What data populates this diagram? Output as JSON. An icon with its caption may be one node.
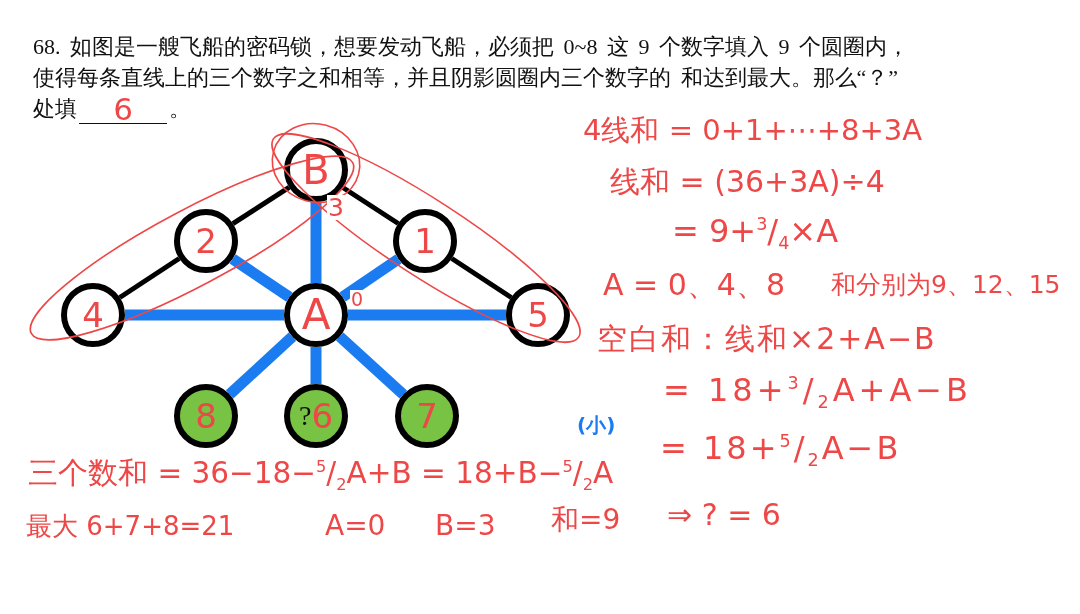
{
  "diagram": {
    "nodes": [
      {
        "text": [
          "B"
        ],
        "beside": [
          "3"
        ]
      },
      {
        "text": [
          "2"
        ]
      },
      {
        "text": [
          "1"
        ]
      },
      {
        "text": [
          "4"
        ]
      },
      {
        "text": [
          "A"
        ],
        "beside": [
          "0"
        ]
      },
      {
        "text": [
          "5"
        ]
      },
      {
        "text": [
          "8"
        ]
      },
      {
        "text": [
          "?",
          "6"
        ]
      },
      {
        "text": [
          "7"
        ]
      }
    ],
    "edges": [
      {
        "from": 0,
        "to": 1,
        "arrow": "none",
        "color": "#000000"
      },
      {
        "from": 1,
        "to": 3,
        "arrow": "none",
        "color": "#000000"
      },
      {
        "from": 0,
        "to": 2,
        "arrow": "none",
        "color": "#000000"
      },
      {
        "from": 2,
        "to": 5,
        "arrow": "none",
        "color": "#000000"
      },
      {
        "from": 3,
        "to": 4,
        "arrow": "none"
      },
      {
        "from": 4,
        "to": 5,
        "arrow": "none"
      },
      {
        "from": 0,
        "to": 4,
        "arrow": "none"
      },
      {
        "from": 4,
        "to": 7,
        "arrow": "none"
      },
      {
        "from": 1,
        "to": 4,
        "arrow": "none"
      },
      {
        "from": 4,
        "to": 8,
        "arrow": "none"
      },
      {
        "from": 2,
        "to": 4,
        "arrow": "none"
      },
      {
        "from": 4,
        "to": 6,
        "arrow": "none"
      }
    ],
    "labels": [
      "68. 如图是一艘飞船的密码锁，想要发动飞船，必须把 0~8 这 9 个数字填入 9 个圆圈内，使得每条直线上的三个数字之和相等，并且阴影圆圈内三个数字的 和达到最大。那么“？”处填",
      "6",
      "。",
      "4线和 = 0+1+⋯+8+3A",
      "线和 = (36+3A)÷4",
      "= 9+$^{3}$/$_{4}$×A",
      "A = 0、4、8",
      "和分别为9、12、15",
      "空白和：线和×2+A−B",
      "= 18+$^{3}$/$_{2}$A+A−B",
      "(小)",
      "= 18+$^{5}$/$_{2}$A−B",
      "三个数和 = 36−18−$^{5}$/$_{2}$A+B = 18+B−$^{5}$/$_{2}$A",
      "最大 6+7+8=21",
      "A=0",
      "B=3",
      "和=9",
      "⇒ ? = 6"
    ]
  }
}
